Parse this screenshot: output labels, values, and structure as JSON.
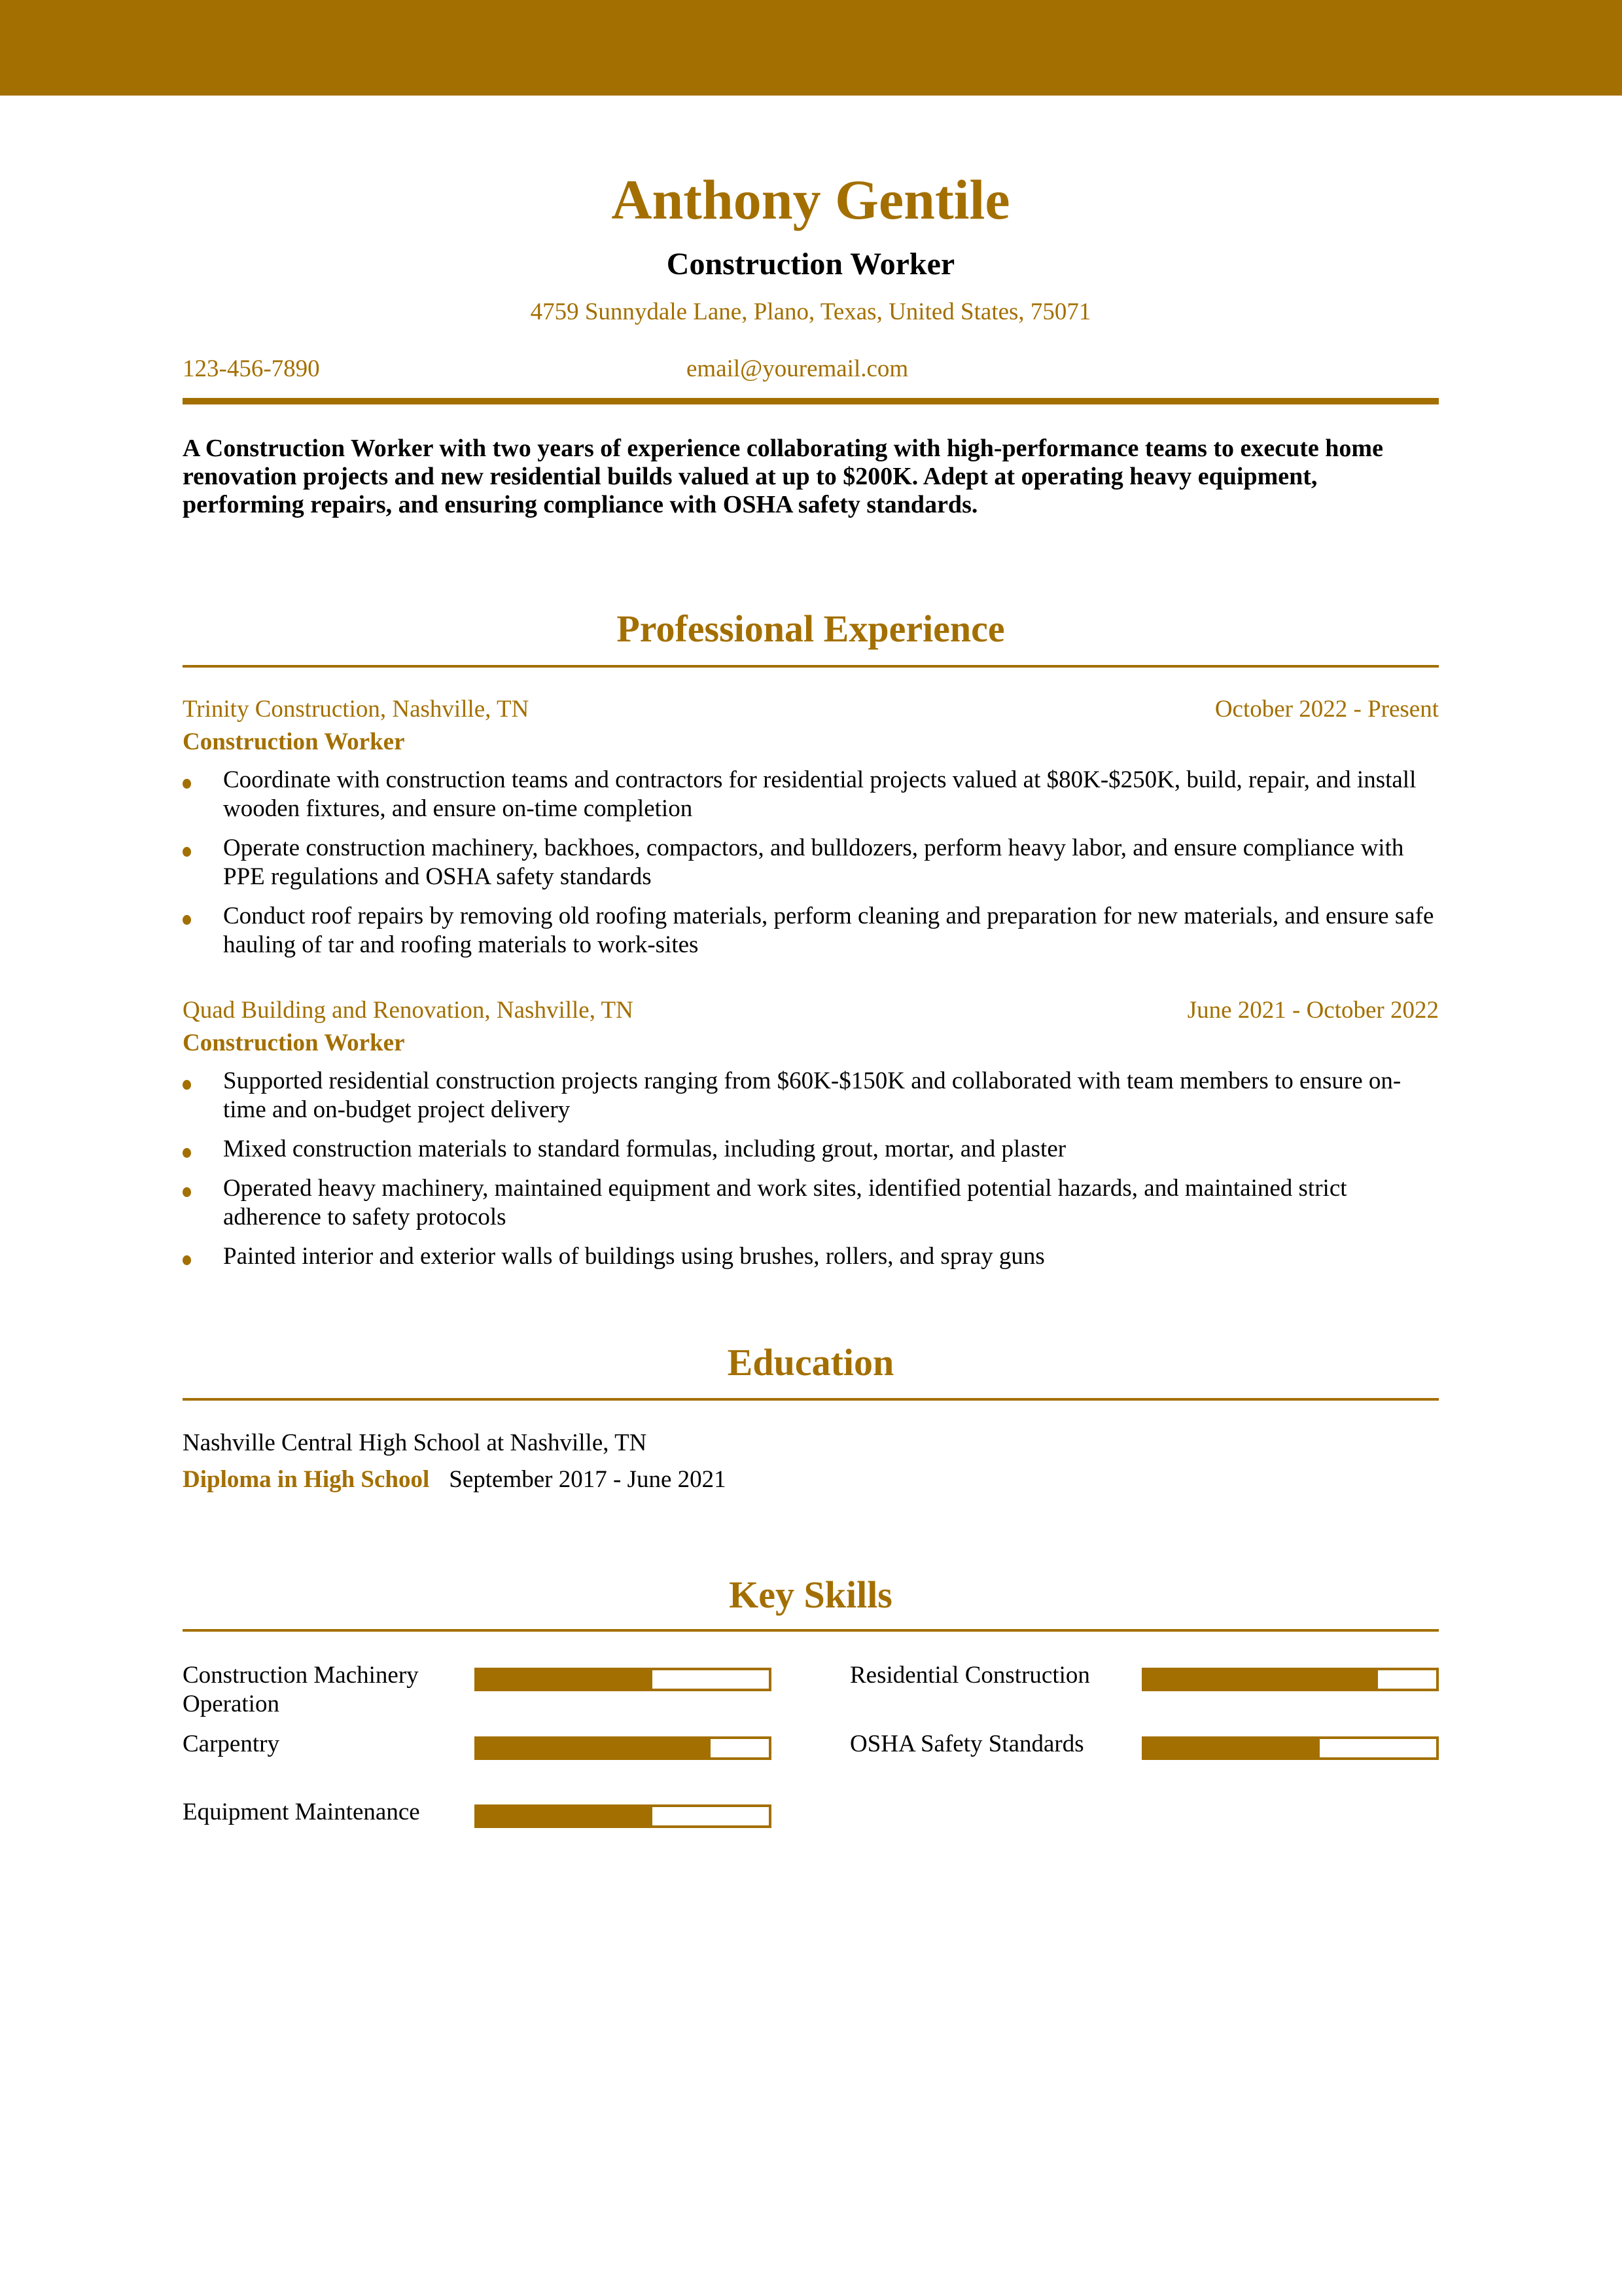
{
  "colors": {
    "accent": "#A36F00",
    "text": "#000000",
    "background": "#FFFFFF"
  },
  "header": {
    "name": "Anthony Gentile",
    "title": "Construction Worker",
    "address": "4759 Sunnydale Lane, Plano, Texas, United States, 75071",
    "phone": "123-456-7890",
    "email": "email@youremail.com"
  },
  "summary": "A Construction Worker with two years of experience collaborating with  high-performance teams to execute home renovation projects and new  residential builds valued at up to $200K. Adept at operating heavy  equipment, performing repairs, and ensuring compliance with OSHA safety  standards.",
  "experience": {
    "heading": "Professional Experience",
    "jobs": [
      {
        "company": "Trinity Construction, Nashville, TN",
        "dates": "October 2022 - Present",
        "role": "Construction Worker",
        "bullets": [
          "Coordinate with construction teams and contractors for residential  projects valued at $80K-$250K, build, repair, and install wooden  fixtures, and ensure on-time completion",
          "Operate construction machinery, backhoes, compactors, and  bulldozers, perform heavy labor, and ensure compliance with PPE  regulations and OSHA safety standards",
          "Conduct roof repairs by removing old roofing materials, perform  cleaning and preparation for new materials, and ensure safe hauling of  tar and roofing materials to work-sites"
        ]
      },
      {
        "company": "Quad Building and Renovation, Nashville, TN",
        "dates": "June 2021 - October 2022",
        "role": "Construction Worker",
        "bullets": [
          "Supported residential construction projects ranging from $60K-$150K  and collaborated with team members to ensure on-time and on-budget  project delivery",
          "Mixed construction materials to standard formulas, including grout, mortar, and plaster",
          "Operated heavy machinery, maintained equipment and work sites,  identified potential hazards, and maintained strict adherence to safety  protocols",
          "Painted interior and exterior walls of buildings using brushes, rollers, and spray guns"
        ]
      }
    ]
  },
  "education": {
    "heading": "Education",
    "school": "Nashville Central High School at Nashville, TN",
    "degree": "Diploma in High School",
    "dates": "September 2017 - June 2021"
  },
  "skills": {
    "heading": "Key Skills",
    "items": [
      {
        "label": "Construction Machinery Operation",
        "level_percent": 60
      },
      {
        "label": "Residential Construction",
        "level_percent": 80
      },
      {
        "label": "Carpentry",
        "level_percent": 80
      },
      {
        "label": "OSHA Safety Standards",
        "level_percent": 60
      },
      {
        "label": "Equipment Maintenance",
        "level_percent": 60
      }
    ]
  }
}
